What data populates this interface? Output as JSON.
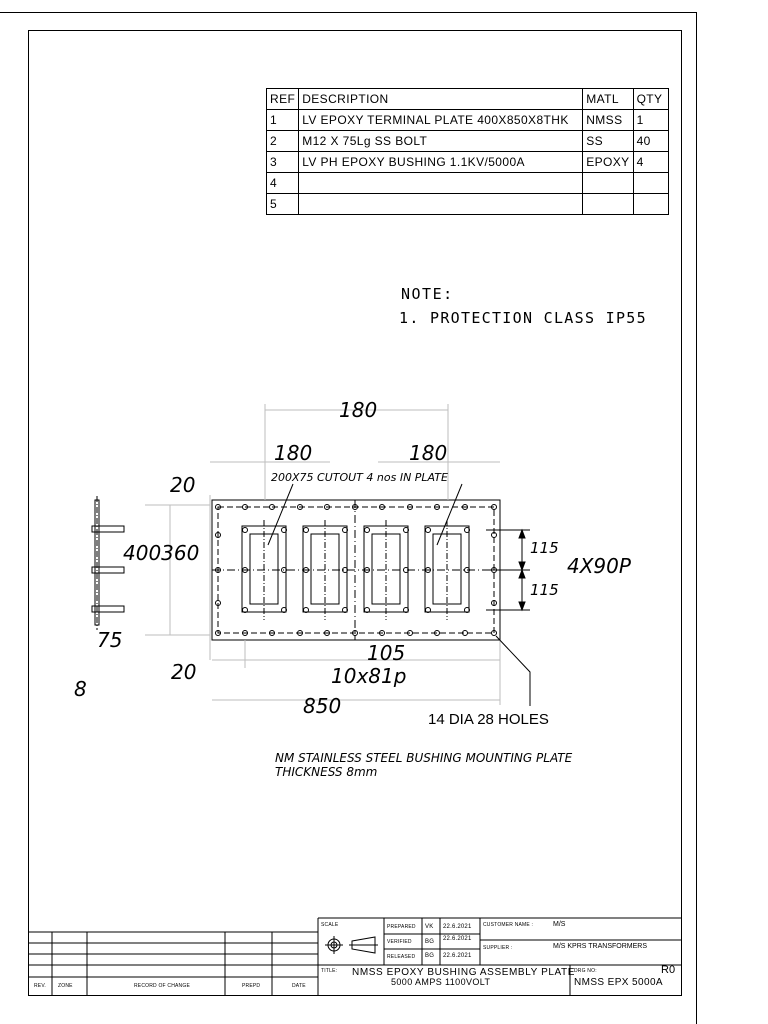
{
  "bom": {
    "headers": [
      "REF",
      "DESCRIPTION",
      "MATL",
      "QTY"
    ],
    "rows": [
      [
        "1",
        "LV EPOXY TERMINAL PLATE 400X850X8THK",
        "NMSS",
        "1"
      ],
      [
        "2",
        "M12 X 75Lg SS BOLT",
        "SS",
        "40"
      ],
      [
        "3",
        "LV PH EPOXY BUSHING 1.1KV/5000A",
        "EPOXY",
        "4"
      ],
      [
        "4",
        "",
        "",
        ""
      ],
      [
        "5",
        "",
        "",
        ""
      ]
    ]
  },
  "note": {
    "title": "NOTE:",
    "item": "1. PROTECTION CLASS IP55"
  },
  "dims": {
    "top_overall": "180",
    "top_left": "180",
    "top_right": "180",
    "cutout": "200X75 CUTOUT 4 nos IN PLATE",
    "top_margin": "20",
    "height_left": "400360",
    "side_pitch_1": "115",
    "side_pitch_2": "115",
    "side_label": "4X90P",
    "side_75": "75",
    "bottom_margin": "20",
    "thick": "8",
    "pitch_105": "105",
    "pitch_row": "10x81p",
    "width": "850",
    "holes": "14 DIA 28 HOLES"
  },
  "caption": {
    "line1": "NM STAINLESS STEEL BUSHING MOUNTING PLATE",
    "line2": "THICKNESS 8mm"
  },
  "revisions": {
    "headers": [
      "REV.",
      "ZONE",
      "RECORD OF CHANGE",
      "PREPD",
      "DATE"
    ]
  },
  "titleblock": {
    "scale_label": "SCALE",
    "prepared_label": "PREPARED",
    "prepared_by": "VK",
    "prepared_date": "22.6.2021",
    "verified_label": "VERIFIED",
    "verified_by": "BG",
    "verified_date": "22.6.2021",
    "released_label": "RELEASED",
    "released_by": "BG",
    "released_date": "22.6.2021",
    "customer_label": "CUSTOMER NAME :",
    "customer_value": "M/S",
    "supplier_label": "SUPPLIER :",
    "supplier_value": "M/S KPRS TRANSFORMERS",
    "title_label": "TITLE:",
    "title_line1": "NMSS EPOXY BUSHING ASSEMBLY PLATE",
    "title_line2": "5000 AMPS 1100VOLT",
    "drg_label": "DRG NO:",
    "rev": "R0",
    "drg_no": "NMSS EPX  5000A"
  }
}
